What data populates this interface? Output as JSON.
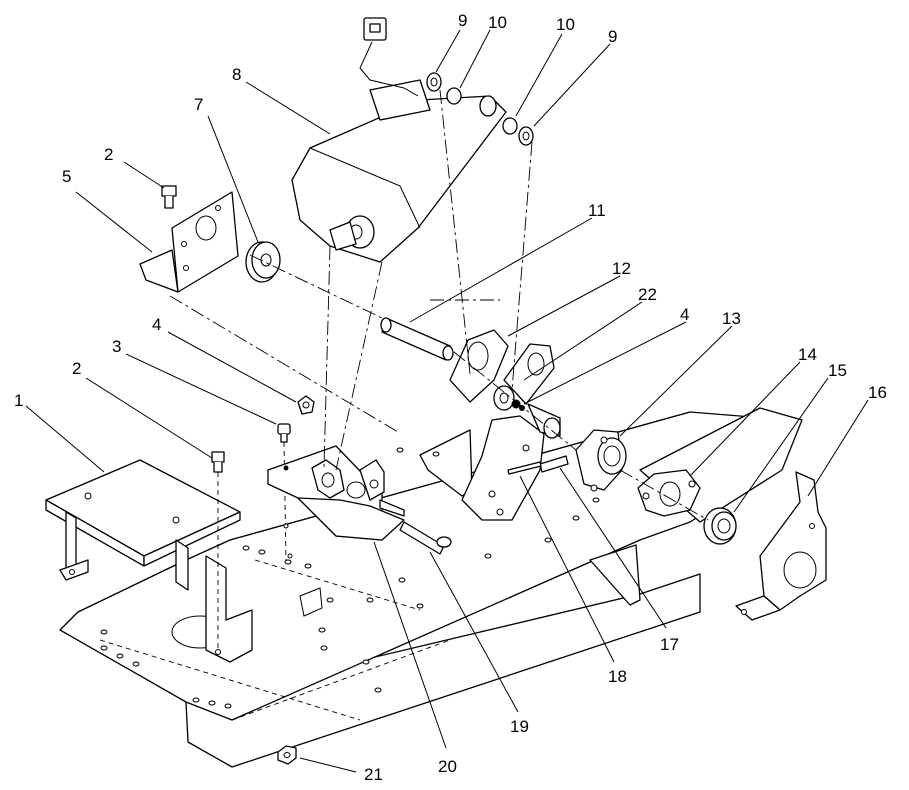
{
  "diagram": {
    "callouts": [
      {
        "label": "1"
      },
      {
        "label": "2"
      },
      {
        "label": "2"
      },
      {
        "label": "3"
      },
      {
        "label": "4"
      },
      {
        "label": "4"
      },
      {
        "label": "5"
      },
      {
        "label": "7"
      },
      {
        "label": "8"
      },
      {
        "label": "9"
      },
      {
        "label": "9"
      },
      {
        "label": "10"
      },
      {
        "label": "10"
      },
      {
        "label": "11"
      },
      {
        "label": "12"
      },
      {
        "label": "22"
      },
      {
        "label": "13"
      },
      {
        "label": "14"
      },
      {
        "label": "15"
      },
      {
        "label": "16"
      },
      {
        "label": "17"
      },
      {
        "label": "18"
      },
      {
        "label": "19"
      },
      {
        "label": "20"
      },
      {
        "label": "21"
      }
    ]
  }
}
